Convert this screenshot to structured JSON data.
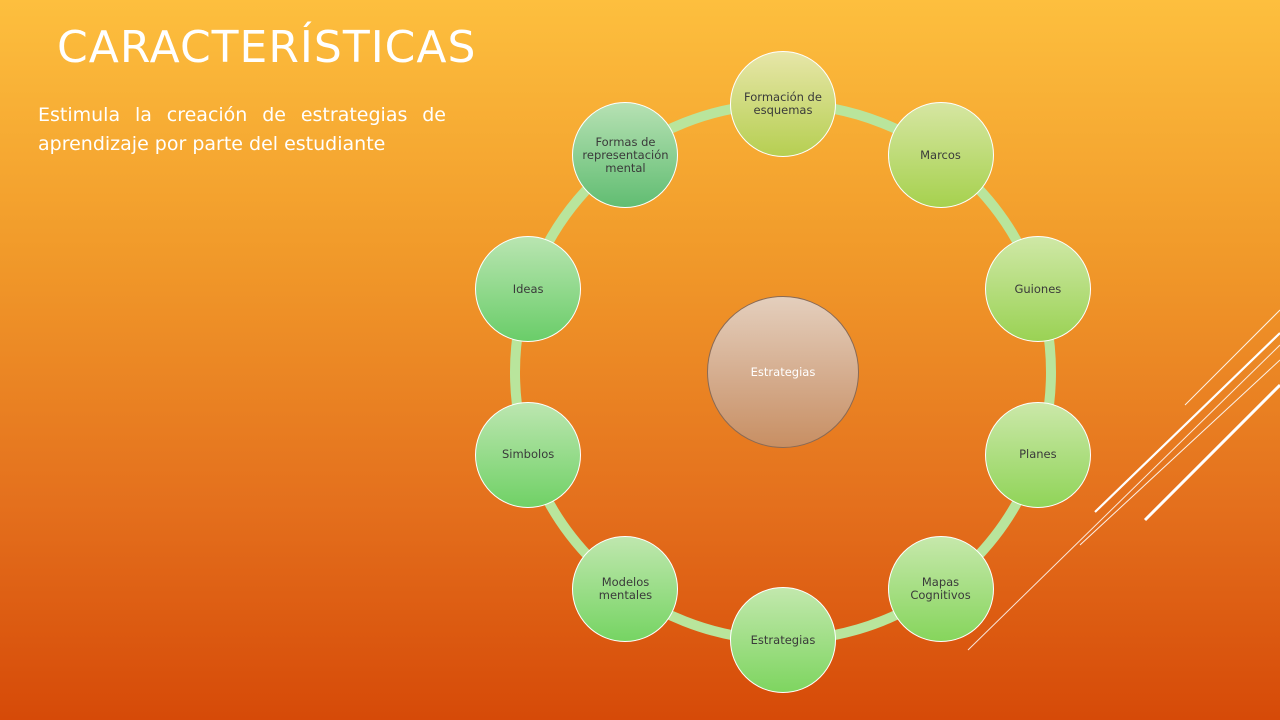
{
  "slide": {
    "title": "CARACTERÍSTICAS",
    "body": "Estimula la creación de estrategias de aprendizaje por parte del estudiante"
  },
  "diagram": {
    "center": "Estrategias",
    "nodes": [
      {
        "label": "Formación de esquemas",
        "color_top": "#e7e6a8",
        "color_bottom": "#b6cf52"
      },
      {
        "label": "Marcos",
        "color_top": "#d6e6a2",
        "color_bottom": "#a6d14e"
      },
      {
        "label": "Guiones",
        "color_top": "#cfe8a6",
        "color_bottom": "#9ad254"
      },
      {
        "label": "Planes",
        "color_top": "#cbe8a9",
        "color_bottom": "#90d458"
      },
      {
        "label": "Mapas Cognitivos",
        "color_top": "#c6e8ab",
        "color_bottom": "#86d55c"
      },
      {
        "label": "Estrategias",
        "color_top": "#c2e8ad",
        "color_bottom": "#7ed560"
      },
      {
        "label": "Modelos mentales",
        "color_top": "#bfe7ae",
        "color_bottom": "#76d463"
      },
      {
        "label": "Simbolos",
        "color_top": "#bce6b0",
        "color_bottom": "#70d166"
      },
      {
        "label": "Ideas",
        "color_top": "#b9e5b1",
        "color_bottom": "#6acd69"
      },
      {
        "label": "Formas de representación mental",
        "color_top": "#b6e1b3",
        "color_bottom": "#61bd72"
      }
    ],
    "ring_color": "#b9e59c"
  }
}
